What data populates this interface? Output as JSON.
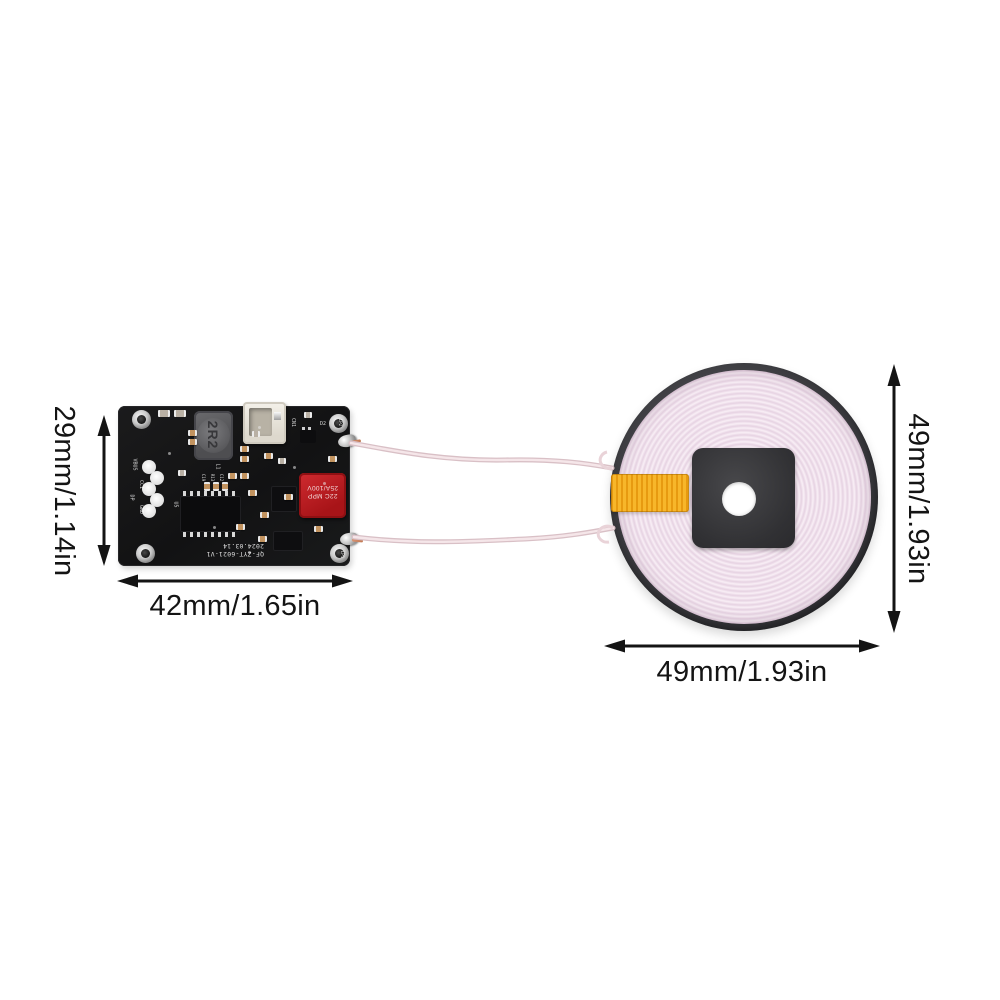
{
  "image_type": "wireless-charger-module-dimension-diagram",
  "dimensions": {
    "pcb_height": "29mm/1.14in",
    "pcb_width": "42mm/1.65in",
    "coil_height": "49mm/1.93in",
    "coil_width": "49mm/1.93in"
  },
  "pcb": {
    "inductor_marking": "2R2",
    "inductor_ref": "L1",
    "connector_ref": "CN1",
    "capacitor_marking_top": "22C MPP",
    "capacitor_marking_bottom": "25A/100V",
    "silkscreen_model": "QF-ZYT-6021-V1",
    "silkscreen_date": "2024.03.14",
    "pad_labels": [
      "VBUS",
      "CC1",
      "DP",
      "GND"
    ],
    "solder_pad_top_ref": "LP2",
    "solder_pad_bottom_ref": "LP1",
    "ic_ref": "U5",
    "diode_ref": "D2",
    "component_refs": [
      "C19",
      "R13",
      "C12"
    ]
  },
  "colors": {
    "background": "#ffffff",
    "pcb": "#141414",
    "coil_winding": "#f1e2ec",
    "ferrite": "#3b3b3f",
    "magnet": "#353538",
    "tape": "#f3a81e",
    "capacitor": "#b81e24",
    "wire": "#f0dde1",
    "dimension": "#141414"
  }
}
